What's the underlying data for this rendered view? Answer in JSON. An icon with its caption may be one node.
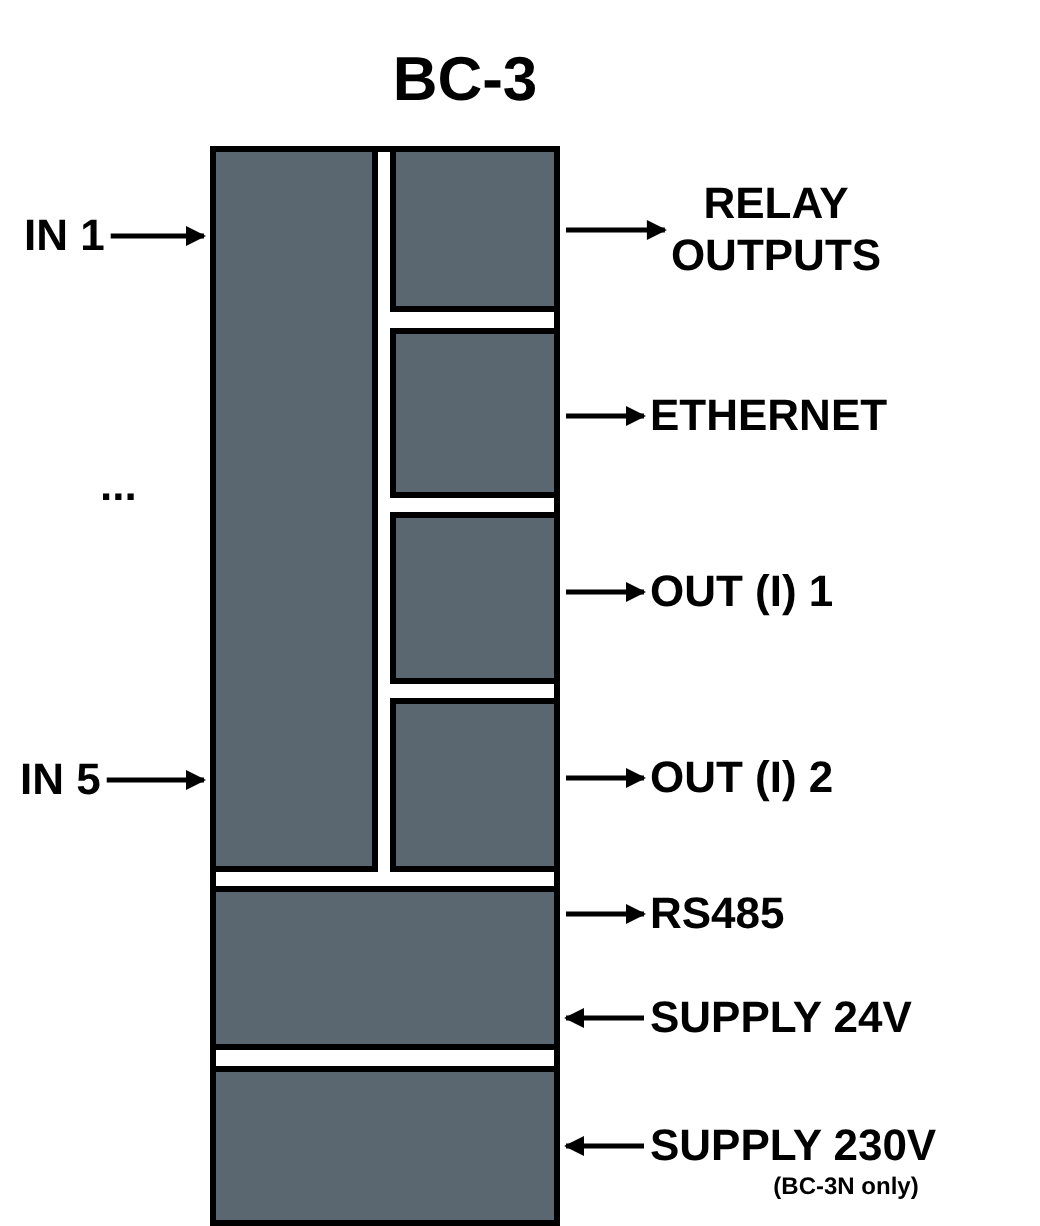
{
  "diagram": {
    "title": "BC-3",
    "nodes": [
      {
        "text": [],
        "shape": "box"
      },
      {
        "text": [],
        "shape": "box",
        "in": 0
      },
      {
        "text": [],
        "shape": "box",
        "in": 0
      },
      {
        "text": [],
        "shape": "box",
        "in": 0
      },
      {
        "text": [],
        "shape": "box",
        "in": 0
      },
      {
        "text": [],
        "shape": "box",
        "in": 0
      },
      {
        "text": [],
        "shape": "box",
        "in": 0
      },
      {
        "text": [],
        "shape": "box",
        "in": 0
      },
      {
        "text": [
          "IN 1"
        ]
      },
      {
        "text": [
          "IN 5"
        ]
      },
      {
        "text": [
          "RELAY OUTPUTS"
        ]
      },
      {
        "text": [
          "ETHERNET"
        ]
      },
      {
        "text": [
          "OUT (I) 1"
        ]
      },
      {
        "text": [
          "OUT (I) 2"
        ]
      },
      {
        "text": [
          "RS485"
        ]
      },
      {
        "text": [
          "SUPPLY 24V"
        ]
      },
      {
        "text": [
          "SUPPLY 230V"
        ],
        "beside": [
          "(BC-3N only)"
        ]
      }
    ],
    "edges": [
      {
        "from": 8,
        "to": 1,
        "arrow": "to"
      },
      {
        "from": 9,
        "to": 1,
        "arrow": "to"
      },
      {
        "from": 2,
        "to": 10,
        "arrow": "to"
      },
      {
        "from": 3,
        "to": 11,
        "arrow": "to"
      },
      {
        "from": 4,
        "to": 12,
        "arrow": "to"
      },
      {
        "from": 5,
        "to": 13,
        "arrow": "to"
      },
      {
        "from": 6,
        "to": 14,
        "arrow": "to"
      },
      {
        "from": 15,
        "to": 6,
        "arrow": "to"
      },
      {
        "from": 16,
        "to": 7,
        "arrow": "to"
      }
    ],
    "labels": [
      "..."
    ]
  }
}
